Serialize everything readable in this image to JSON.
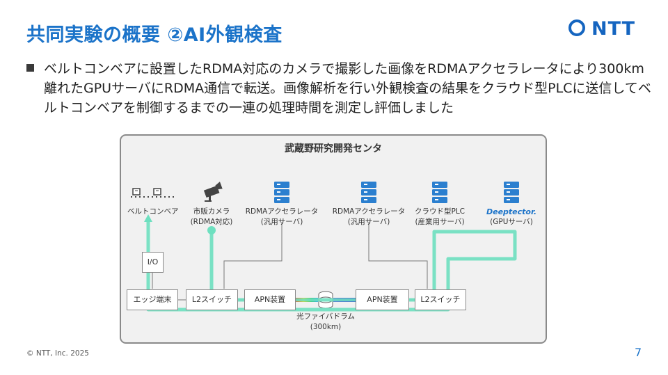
{
  "title": "共同実験の概要 ②AI外観検査",
  "logo": {
    "text": "NTT"
  },
  "bullet": "ベルトコンベアに設置したRDMA対応のカメラで撮影した画像をRDMAアクセラレータにより300km離れたGPUサーバにRDMA通信で転送。画像解析を行い外観検査の結果をクラウド型PLCに送信してベルトコンベアを制御するまでの一連の処理時間を測定し評価しました",
  "diagram": {
    "title": "武蔵野研究開発センタ",
    "devices": {
      "belt": {
        "label": "ベルトコンベア",
        "icon": "conveyor-icon"
      },
      "camera": {
        "label1": "市販カメラ",
        "label2": "(RDMA対応)",
        "icon": "camera-icon"
      },
      "rdma1": {
        "label1": "RDMAアクセラレータ",
        "label2": "(汎用サーバ)",
        "icon": "server-icon"
      },
      "rdma2": {
        "label1": "RDMAアクセラレータ",
        "label2": "(汎用サーバ)",
        "icon": "server-icon"
      },
      "plc": {
        "label1": "クラウド型PLC",
        "label2": "(産業用サーバ)",
        "icon": "server-icon"
      },
      "gpu": {
        "brand": "Deeptector.",
        "label2": "(GPUサーバ)",
        "icon": "server-icon"
      }
    },
    "nodes": {
      "io": "I/O",
      "edge": "エッジ端末",
      "l2_left": "L2スイッチ",
      "apn_left": "APN装置",
      "apn_right": "APN装置",
      "l2_right": "L2スイッチ"
    },
    "fiber": {
      "label": "光ファイバドラム",
      "distance": "(300km)"
    },
    "colors": {
      "path": "#6ee0c0",
      "server": "#2b7fcf",
      "accent": "#1b73c9"
    }
  },
  "footer": "© NTT, Inc.  2025",
  "page_number": "7"
}
